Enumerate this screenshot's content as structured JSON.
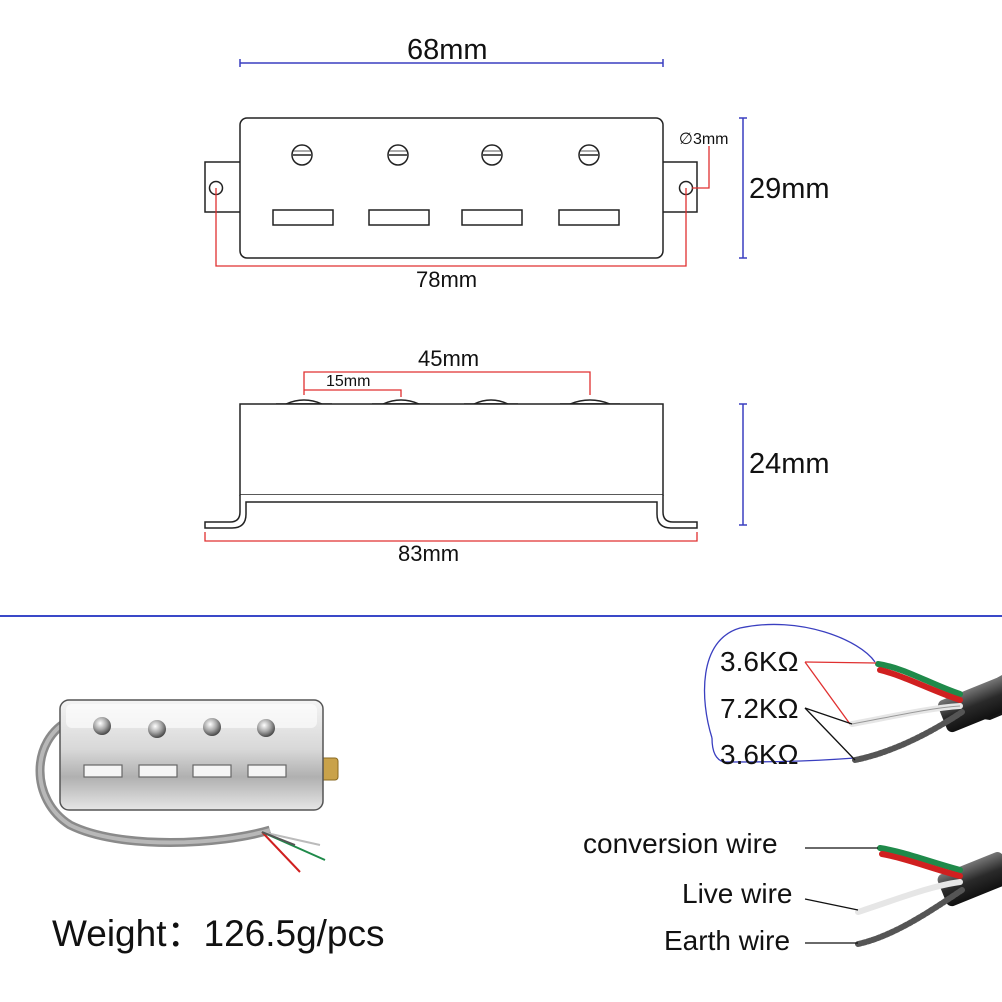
{
  "top_view": {
    "width_label": "68mm",
    "height_label": "29mm",
    "mount_label": "78mm",
    "hole_label": "∅3mm"
  },
  "side_view": {
    "pole_span_label": "45mm",
    "pole_gap_label": "15mm",
    "height_label": "24mm",
    "length_label": "83mm"
  },
  "resistance": {
    "values": [
      "3.6KΩ",
      "7.2KΩ",
      "3.6KΩ"
    ]
  },
  "wiring": {
    "conversion": "conversion wire",
    "live": "Live wire",
    "earth": "Earth wire"
  },
  "weight": "Weight：126.5g/pcs",
  "colors": {
    "dimension_blue": "#3a3fc0",
    "dimension_red": "#e03030",
    "divider": "#3a48c8",
    "wire_green": "#1f8a4a",
    "wire_red": "#d02020",
    "cable": "#333333"
  }
}
